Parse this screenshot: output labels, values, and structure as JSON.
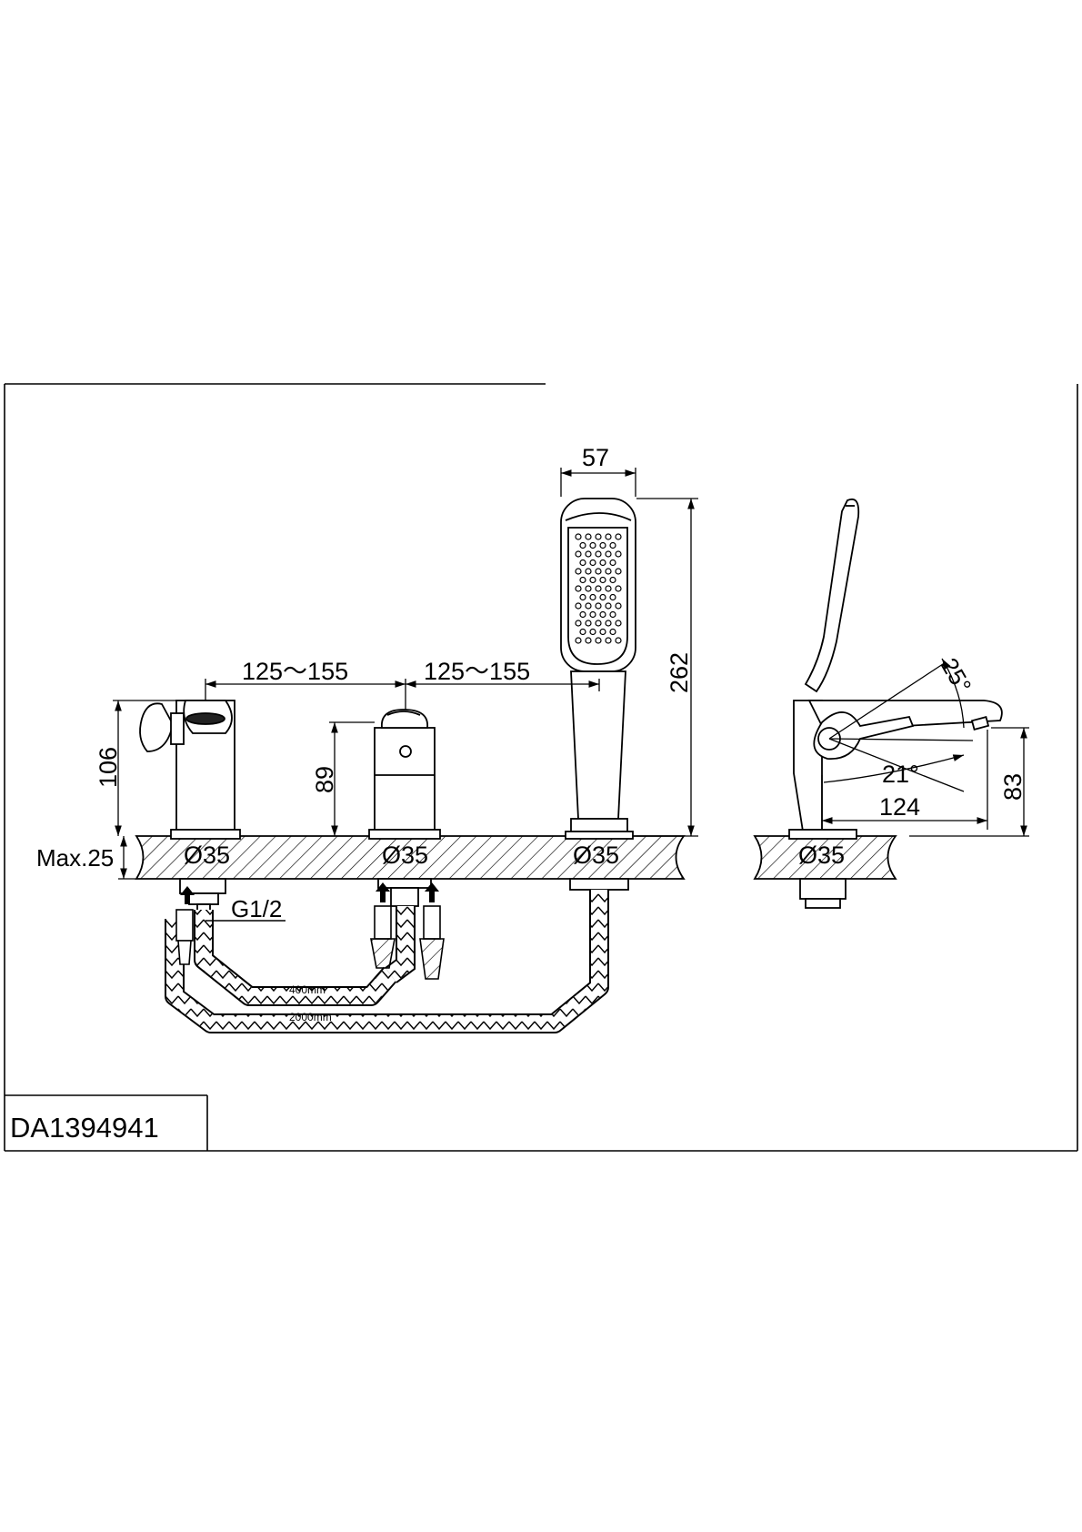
{
  "drawing": {
    "model_code": "DA1394941",
    "dimensions": {
      "handshower_width": "57",
      "handshower_height": "262",
      "spacing_left": "125～155",
      "spacing_right": "125～155",
      "spout_height": "106",
      "diverter_height": "89",
      "max_deck": "Max.25",
      "hole_1": "Ø35",
      "hole_2": "Ø35",
      "hole_3": "Ø35",
      "hole_side": "Ø35",
      "thread": "G1/2",
      "hose_short": "400mm",
      "hose_long": "2000mm",
      "handle_angle_up": "25°",
      "handle_angle_down": "21°",
      "side_projection": "124",
      "side_height": "83"
    },
    "colors": {
      "line": "#000000",
      "background": "#ffffff"
    }
  }
}
